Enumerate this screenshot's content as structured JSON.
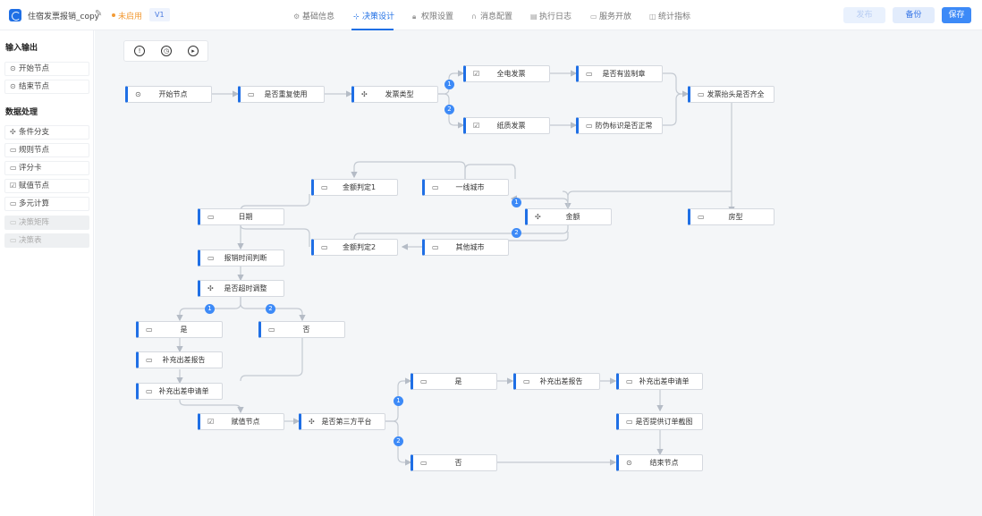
{
  "header": {
    "app_title": "住宿发票报销_copy",
    "status": "未启用",
    "version": "V1",
    "tabs": [
      {
        "label": "基础信息",
        "icon": "settings-icon"
      },
      {
        "label": "决策设计",
        "icon": "flow-icon"
      },
      {
        "label": "权限设置",
        "icon": "lock-icon"
      },
      {
        "label": "消息配置",
        "icon": "headset-icon"
      },
      {
        "label": "执行日志",
        "icon": "log-icon"
      },
      {
        "label": "服务开放",
        "icon": "api-icon"
      },
      {
        "label": "统计指标",
        "icon": "stats-icon"
      }
    ],
    "active_tab": "决策设计",
    "buttons": {
      "publish": "发布",
      "backup": "备份",
      "save": "保存"
    }
  },
  "sidebar": {
    "sections": [
      {
        "title": "输入输出",
        "items": [
          {
            "label": "开始节点",
            "icon": "play-icon",
            "disabled": false
          },
          {
            "label": "结束节点",
            "icon": "stop-icon",
            "disabled": false
          }
        ]
      },
      {
        "title": "数据处理",
        "items": [
          {
            "label": "条件分支",
            "icon": "branch-icon",
            "disabled": false
          },
          {
            "label": "规则节点",
            "icon": "card-icon",
            "disabled": false
          },
          {
            "label": "评分卡",
            "icon": "card-icon",
            "disabled": false
          },
          {
            "label": "赋值节点",
            "icon": "edit-icon",
            "disabled": false
          },
          {
            "label": "多元计算",
            "icon": "table-icon",
            "disabled": false
          },
          {
            "label": "决策矩阵",
            "icon": "card-icon",
            "disabled": true
          },
          {
            "label": "决策表",
            "icon": "card-icon",
            "disabled": true
          }
        ]
      }
    ]
  },
  "nodes": {
    "start": {
      "label": "开始节点",
      "icon": "play-icon"
    },
    "reuse": {
      "label": "是否重复使用",
      "icon": "card-icon"
    },
    "invoice_type": {
      "label": "发票类型",
      "icon": "branch-icon"
    },
    "e_invoice": {
      "label": "全电发票",
      "icon": "edit-icon"
    },
    "paper_invoice": {
      "label": "纸质发票",
      "icon": "edit-icon"
    },
    "supervision_seal": {
      "label": "是否有监制章",
      "icon": "card-icon"
    },
    "anti_fake": {
      "label": "防伪标识是否正常",
      "icon": "card-icon"
    },
    "header_complete": {
      "label": "发票抬头是否齐全",
      "icon": "card-icon"
    },
    "tier1_city": {
      "label": "一线城市",
      "icon": "card-icon"
    },
    "amount_check1": {
      "label": "金额判定1",
      "icon": "card-icon"
    },
    "date": {
      "label": "日期",
      "icon": "card-icon"
    },
    "amount": {
      "label": "金额",
      "icon": "branch-icon"
    },
    "room_type": {
      "label": "房型",
      "icon": "card-icon"
    },
    "amount_check2": {
      "label": "金额判定2",
      "icon": "card-icon"
    },
    "other_city": {
      "label": "其他城市",
      "icon": "card-icon"
    },
    "time_judge": {
      "label": "报销时间判断",
      "icon": "card-icon"
    },
    "overdue_adjust": {
      "label": "是否超时调整",
      "icon": "branch-icon"
    },
    "yes1": {
      "label": "是",
      "icon": "card-icon"
    },
    "no1": {
      "label": "否",
      "icon": "card-icon"
    },
    "trip_report1": {
      "label": "补充出差报告",
      "icon": "card-icon"
    },
    "trip_request1": {
      "label": "补充出差申请单",
      "icon": "card-icon"
    },
    "assign": {
      "label": "赋值节点",
      "icon": "edit-icon"
    },
    "third_party": {
      "label": "是否第三方平台",
      "icon": "branch-icon"
    },
    "yes2": {
      "label": "是",
      "icon": "card-icon"
    },
    "trip_report2": {
      "label": "补充出差报告",
      "icon": "card-icon"
    },
    "trip_request2": {
      "label": "补充出差申请单",
      "icon": "card-icon"
    },
    "order_screenshot": {
      "label": "是否提供订单截图",
      "icon": "card-icon"
    },
    "no2": {
      "label": "否",
      "icon": "card-icon"
    },
    "end": {
      "label": "结束节点",
      "icon": "stop-icon"
    }
  },
  "badges": [
    "1",
    "2"
  ]
}
